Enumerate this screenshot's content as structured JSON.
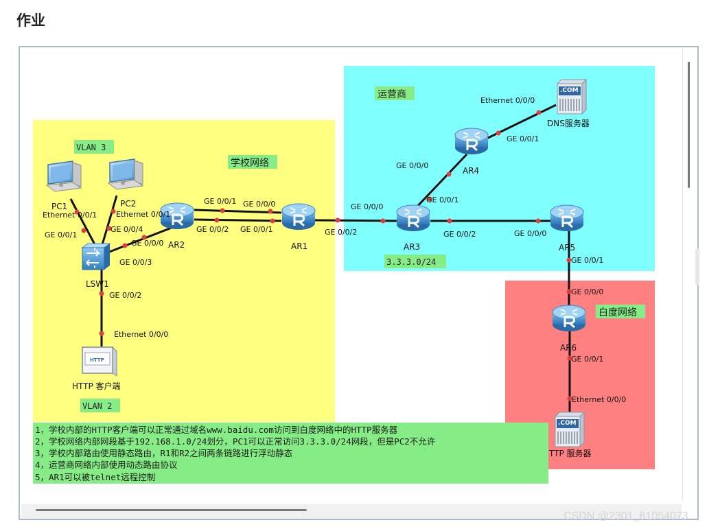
{
  "heading": "作业",
  "zones": {
    "school": "学校网络",
    "isp": "运营商",
    "baidu": "白度网络"
  },
  "vlans": {
    "vlan3": "VLAN 3",
    "vlan2": "VLAN 2"
  },
  "subnet": "3.3.3.0/24",
  "devices": {
    "pc1": "PC1",
    "pc2": "PC2",
    "lsw1": "LSW1",
    "ar1": "AR1",
    "ar2": "AR2",
    "ar3": "AR3",
    "ar4": "AR4",
    "ar5": "AR5",
    "ar6": "AR6",
    "http_client": "HTTP 客户端",
    "dns_server": "DNS服务器",
    "http_server": "HTTP 服务器"
  },
  "http_icon_text": "HTTP",
  "com_icon_text": ".COM",
  "ports": {
    "pc1_eth": "Ethernet 0/0/1",
    "lsw1_to_pc1": "GE 0/0/1",
    "pc2_eth": "Ethernet 0/0/1",
    "lsw1_to_pc2": "GE 0/0/4",
    "lsw1_to_ar2": "GE 0/0/3",
    "ar2_to_lsw1": "GE 0/0/0",
    "lsw1_to_client": "GE 0/0/2",
    "client_eth": "Ethernet 0/0/0",
    "ar2_top": "GE 0/0/1",
    "ar2_bottom": "GE 0/0/2",
    "ar1_top": "GE 0/0/0",
    "ar1_bottom": "GE 0/0/1",
    "ar1_to_ar3": "GE 0/0/2",
    "ar3_to_ar1": "GE 0/0/0",
    "ar3_to_ar4": "GE 0/0/1",
    "ar4_to_ar3": "GE 0/0/0",
    "ar4_to_dns": "GE 0/0/1",
    "dns_eth": "Ethernet 0/0/0",
    "ar3_to_ar5": "GE 0/0/2",
    "ar5_to_ar3": "GE 0/0/0",
    "ar5_to_ar6": "GE 0/0/1",
    "ar6_to_ar5": "GE 0/0/0",
    "ar6_to_server": "GE 0/0/1",
    "server_eth": "Ethernet 0/0/0"
  },
  "tasks": [
    "1，学校内部的HTTP客户端可以正常通过域名www.baidu.com访问到白度网络中的HTTP服务器",
    "2，学校网络内部网段基于192.168.1.0/24划分，PC1可以正常访问3.3.3.0/24网段，但是PC2不允许",
    "3，学校内部路由使用静态路由，R1和R2之间两条链路进行浮动静态",
    "4，运营商网络内部使用动态路由协议",
    "5，AR1可以被telnet远程控制"
  ],
  "watermark": "CSDN @2301_81054073",
  "colors": {
    "school_zone": "#ffff80",
    "isp_zone": "#80ffff",
    "baidu_zone": "#ff8080",
    "label_bg": "#86ed86",
    "router": "#3a86c8",
    "link_dot": "#e0403c"
  },
  "icons": [
    "pc-icon",
    "router-icon",
    "switch-icon",
    "server-icon",
    "http-client-icon"
  ]
}
